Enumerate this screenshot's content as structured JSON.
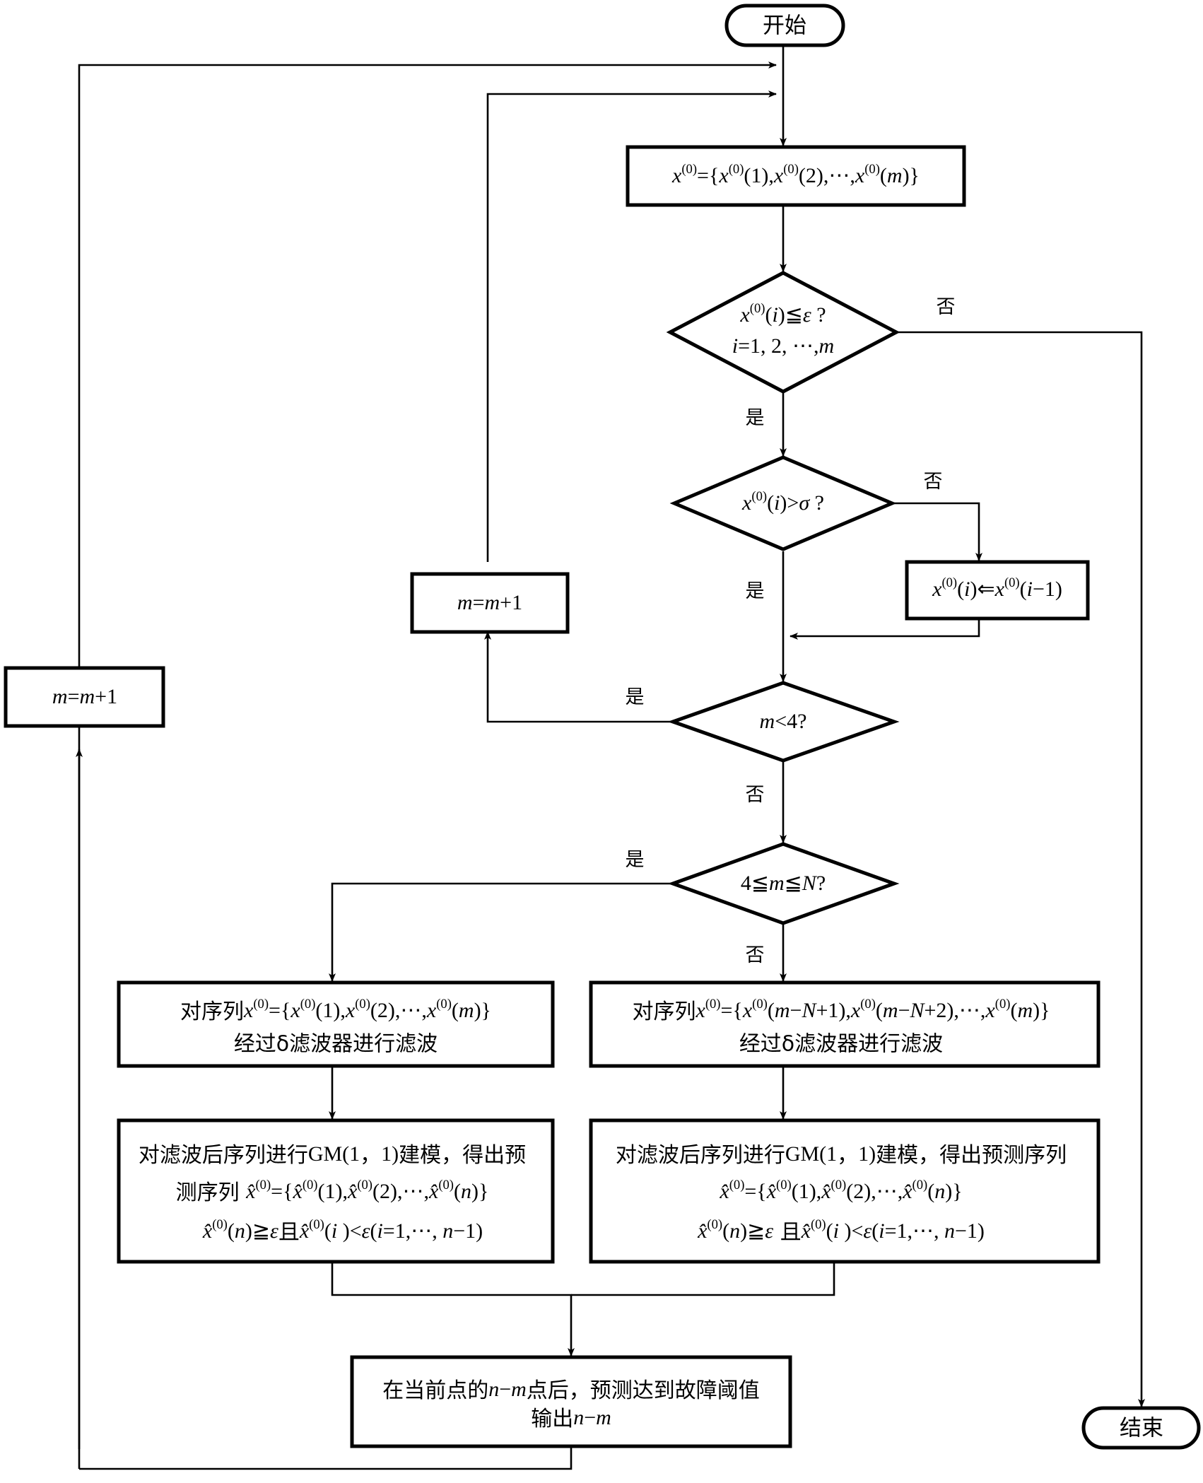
{
  "diagram": {
    "type": "flowchart",
    "title_visible": false,
    "language": "zh-CN",
    "colors": {
      "stroke": "#000000",
      "fill": "#ffffff",
      "text": "#000000"
    },
    "nodes": {
      "start": {
        "label": "开始",
        "shape": "terminator"
      },
      "end": {
        "label": "结束",
        "shape": "terminator"
      },
      "init_seq": {
        "label": "x(0)={x(0)(1),x(0)(2),⋯,x(0)(m)}",
        "shape": "process"
      },
      "dec_eps": {
        "line1": "x(0)(i)≤ε?",
        "line2": "i=1, 2, ⋯,m",
        "shape": "decision"
      },
      "dec_sigma": {
        "label": "x(0)(i)>σ?",
        "shape": "decision"
      },
      "assign_prev": {
        "label": "x(0)(i)⇐x(0)(i−1)",
        "shape": "process"
      },
      "dec_m_lt4": {
        "label": "m<4?",
        "shape": "decision"
      },
      "dec_m_range": {
        "label": "4≤m≤N?",
        "shape": "decision"
      },
      "inc_m_mid": {
        "label": "m=m+1",
        "shape": "process"
      },
      "inc_m_left": {
        "label": "m=m+1",
        "shape": "process"
      },
      "filter_left": {
        "line1": "对序列x(0)={x(0)(1),x(0)(2),⋯,x(0)(m)}",
        "line2": "经过δ滤波器进行滤波",
        "shape": "process"
      },
      "filter_right": {
        "line1": "对序列x(0)={x(0)(m−N+1),x(0)(m−N+2),⋯,x(0)(m)}",
        "line2": "经过δ滤波器进行滤波",
        "shape": "process"
      },
      "gm_left": {
        "line1": "对滤波后序列进行GM(1，1)建模，得出预",
        "line2": "测序列 x̂(0)={x̂(0)(1),x̂(0)(2),⋯,x̂(0)(n)}",
        "line3": "x̂(0)(n)≥ε且x̂(0)(i)<ε(i=1,⋯, n−1)",
        "shape": "process"
      },
      "gm_right": {
        "line1": "对滤波后序列进行GM(1，1)建模，得出预测序列",
        "line2": "x̂(0)={x̂(0)(1),x̂(0)(2),⋯,x̂(0)(n)}",
        "line3": "x̂(0)(n)≥ε且x̂(0)(i)<ε(i=1,⋯, n−1)",
        "shape": "process"
      },
      "output": {
        "line1": "在当前点的n−m点后，预测达到故障阈值",
        "line2": "输出n−m",
        "shape": "process"
      }
    },
    "edge_labels": {
      "eps_no": "否",
      "eps_yes": "是",
      "sigma_no": "否",
      "sigma_yes": "是",
      "m_lt4_yes": "是",
      "m_lt4_no": "否",
      "m_range_yes": "是",
      "m_range_no": "否"
    }
  }
}
